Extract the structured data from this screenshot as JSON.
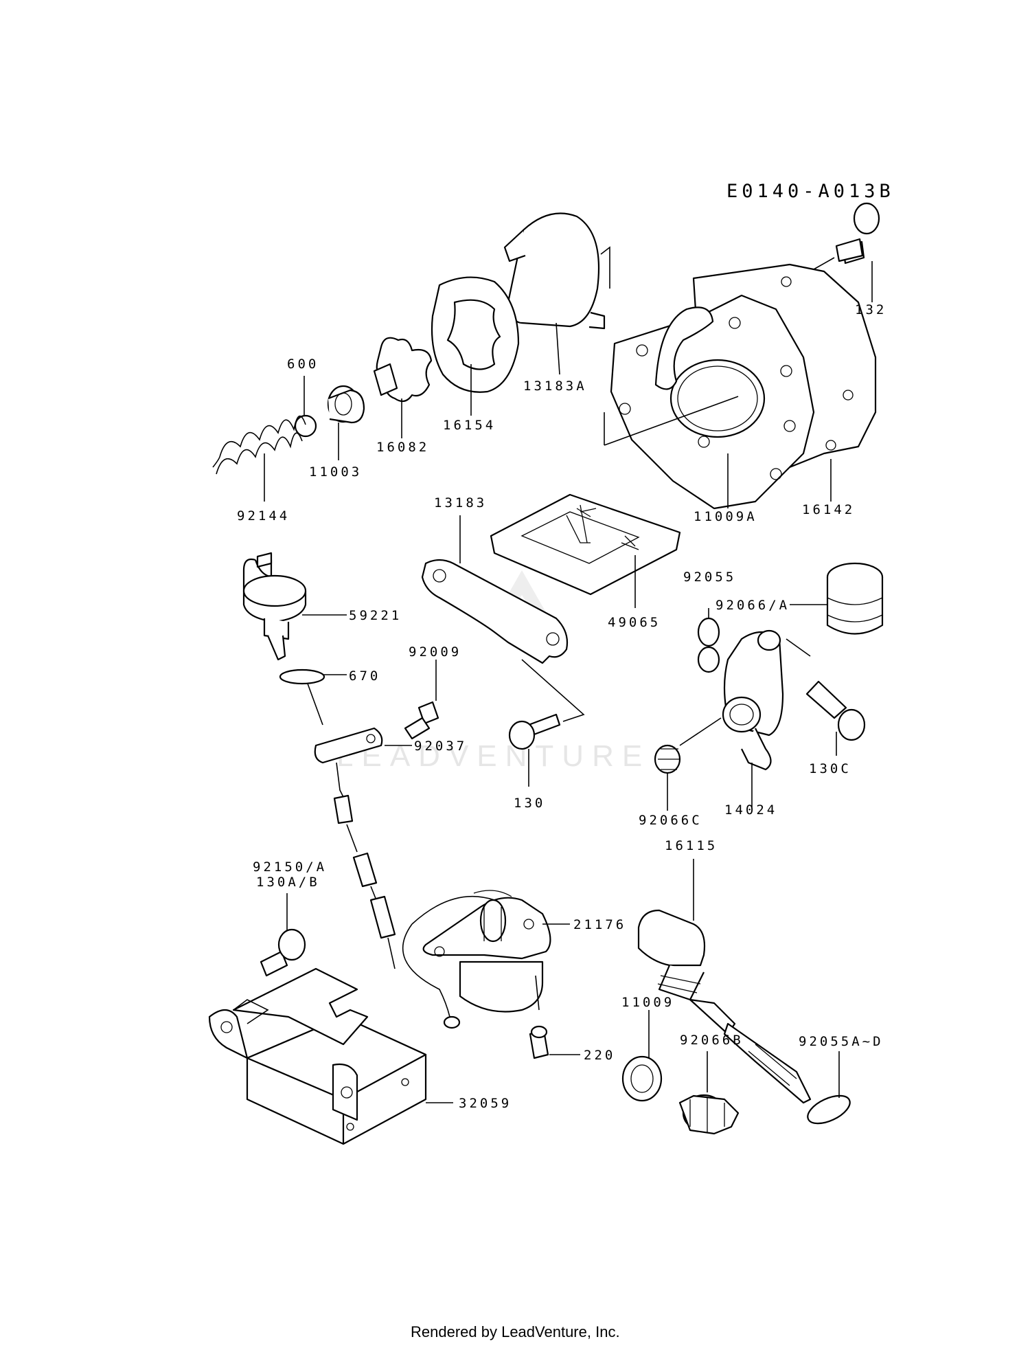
{
  "diagram": {
    "code": "E0140-A013B",
    "footer": "Rendered by LeadVenture, Inc.",
    "watermark": "LEADVENTURE",
    "labels": {
      "p132": "132",
      "p600": "600",
      "p13183A": "13183A",
      "p16154": "16154",
      "p16082": "16082",
      "p11003": "11003",
      "p92144": "92144",
      "p11009A": "11009A",
      "p16142": "16142",
      "p13183": "13183",
      "p49065": "49065",
      "p92055": "92055",
      "p92066A": "92066/A",
      "p59221": "59221",
      "p92009": "92009",
      "p670": "670",
      "p92037": "92037",
      "p130": "130",
      "p130C": "130C",
      "p92066C": "92066C",
      "p14024": "14024",
      "p16115": "16115",
      "p92150A": "92150/A",
      "p130AB": "130A/B",
      "p21176": "21176",
      "p11009": "11009",
      "p92066B": "92066B",
      "p92055AD": "92055A~D",
      "p220": "220",
      "p32059": "32059"
    }
  }
}
